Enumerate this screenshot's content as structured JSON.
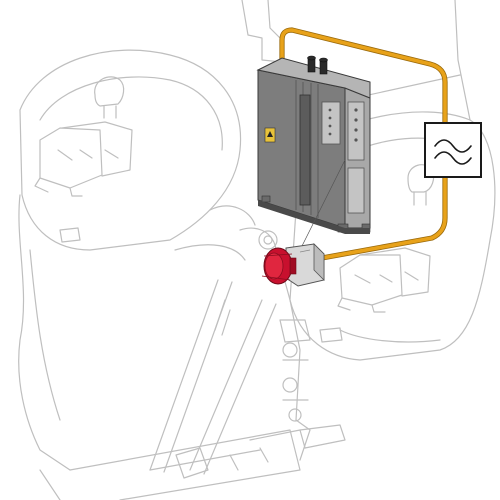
{
  "illustration": {
    "colors": {
      "background": "#ffffff",
      "outline": "#bfbfbf",
      "cable": "#e8a21a",
      "cable_edge": "#9a6a0c",
      "unit_body": "#7d7d7d",
      "unit_dark": "#4a4a4a",
      "unit_light": "#a8a8a8",
      "connector_red": "#c8102e",
      "connector_grey": "#d9d9d9",
      "symbol_box": "#1a1a1a"
    },
    "parts": [
      {
        "name": "vehicle-seats",
        "icon": "seat-outline"
      },
      {
        "name": "electronic-unit",
        "icon": "inverter-box"
      },
      {
        "name": "power-cable",
        "icon": "orange-cable"
      },
      {
        "name": "cee-socket",
        "icon": "red-socket"
      },
      {
        "name": "ac-symbol",
        "icon": "sine-wave-icon"
      },
      {
        "name": "seat-base-frame",
        "icon": "frame-outline"
      }
    ]
  }
}
